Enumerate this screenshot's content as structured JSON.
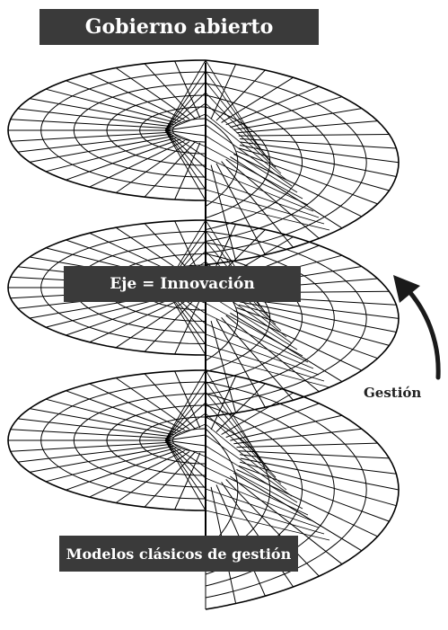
{
  "labels": {
    "top": "Gobierno abierto",
    "middle": "Eje = Innovación",
    "bottom": "Modelos clásicos de gestión",
    "side": "Gestión"
  },
  "colors": {
    "label_background": "#3a3a3a",
    "label_text": "#ffffff",
    "line": "#000000",
    "arrow": "#1a1a1a"
  },
  "icons": {
    "arrow": "curved-arrow-up-icon"
  }
}
